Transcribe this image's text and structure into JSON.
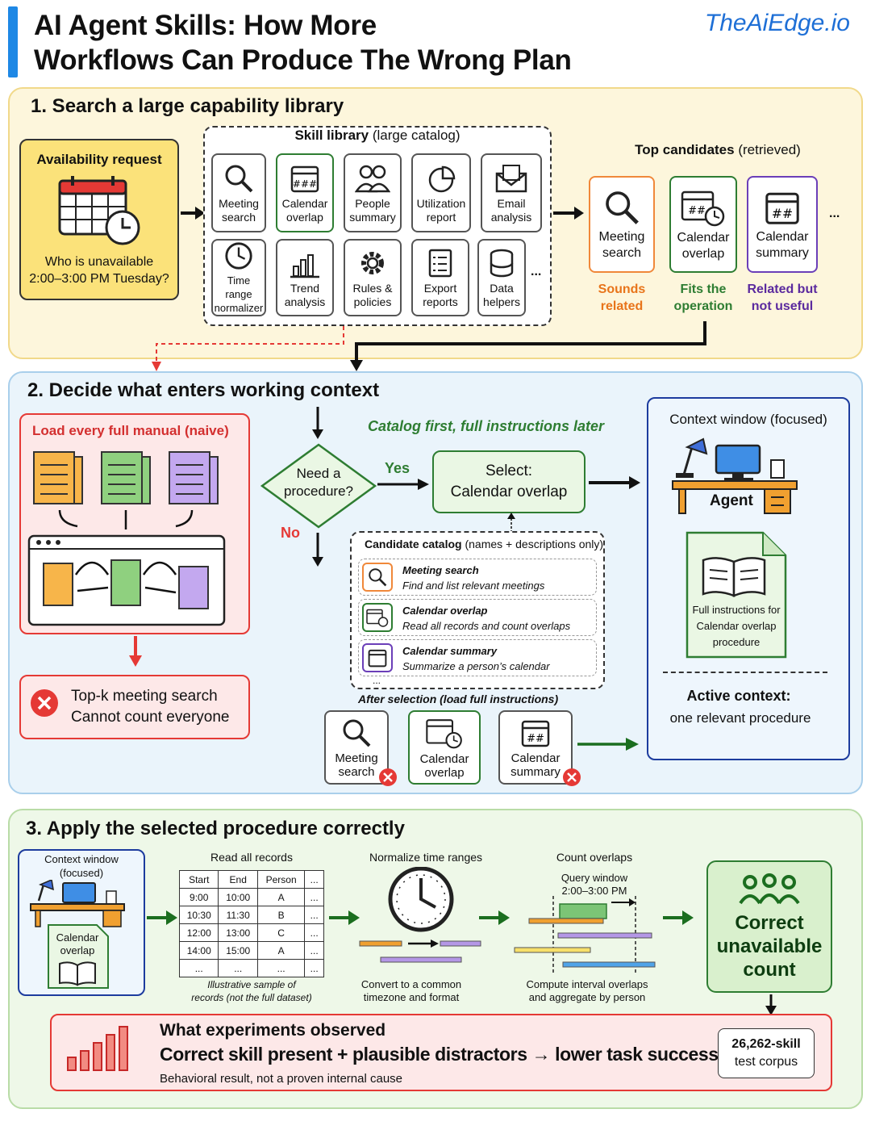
{
  "header": {
    "title_line1": "AI Agent Skills: How More",
    "title_line2": "Workflows Can Produce The Wrong Plan",
    "brand": "TheAiEdge.io"
  },
  "section1": {
    "title": "1. Search a large capability library",
    "request": {
      "label": "Availability request",
      "question_line1": "Who is unavailable",
      "question_line2": "2:00–3:00 PM Tuesday?"
    },
    "library_title": "Skill library",
    "library_subtitle": "(large catalog)",
    "skills_row1": [
      {
        "line1": "Meeting",
        "line2": "search"
      },
      {
        "line1": "Calendar",
        "line2": "overlap"
      },
      {
        "line1": "People",
        "line2": "summary"
      },
      {
        "line1": "Utilization",
        "line2": "report"
      },
      {
        "line1": "Email",
        "line2": "analysis"
      }
    ],
    "skills_row2": [
      {
        "line1": "Time range",
        "line2": "normalizer"
      },
      {
        "line1": "Trend",
        "line2": "analysis"
      },
      {
        "line1": "Rules &",
        "line2": "policies"
      },
      {
        "line1": "Export",
        "line2": "reports"
      },
      {
        "line1": "Data",
        "line2": "helpers"
      }
    ],
    "ellipsis": "...",
    "candidates_title": "Top candidates",
    "candidates_subtitle": "(retrieved)",
    "candidates": [
      {
        "line1": "Meeting",
        "line2": "search",
        "note1": "Sounds",
        "note2": "related",
        "color": "#e8741a"
      },
      {
        "line1": "Calendar",
        "line2": "overlap",
        "note1": "Fits the",
        "note2": "operation",
        "color": "#2e7d32"
      },
      {
        "line1": "Calendar",
        "line2": "summary",
        "note1": "Related but",
        "note2": "not useful",
        "color": "#5b2a9e"
      }
    ]
  },
  "section2": {
    "title": "2. Decide what enters working context",
    "naive_title": "Load every full manual (naive)",
    "fail_line1": "Top-k meeting search",
    "fail_line2": "Cannot count everyone",
    "decision_line1": "Need a",
    "decision_line2": "procedure?",
    "yes": "Yes",
    "no": "No",
    "catalog_first": "Catalog first, full instructions later",
    "select_line1": "Select:",
    "select_line2": "Calendar overlap",
    "catalog_title": "Candidate catalog",
    "catalog_subtitle": "(names + descriptions only)",
    "catalog_items": [
      {
        "name": "Meeting search",
        "desc": "Find and list relevant meetings"
      },
      {
        "name": "Calendar overlap",
        "desc": "Read all records and count overlaps"
      },
      {
        "name": "Calendar summary",
        "desc": "Summarize a person’s calendar"
      }
    ],
    "catalog_more": "...",
    "after_selection": "After selection (load full instructions)",
    "after_tiles": [
      {
        "line1": "Meeting",
        "line2": "search"
      },
      {
        "line1": "Calendar",
        "line2": "overlap"
      },
      {
        "line1": "Calendar",
        "line2": "summary"
      }
    ],
    "context_title": "Context window (focused)",
    "agent": "Agent",
    "full_instr_line1": "Full instructions for",
    "full_instr_line2": "Calendar overlap",
    "full_instr_line3": "procedure",
    "active_title": "Active context:",
    "active_sub": "one relevant procedure"
  },
  "section3": {
    "title": "3. Apply the selected procedure correctly",
    "ctx_line1": "Context window",
    "ctx_line2": "(focused)",
    "ctx_doc_line1": "Calendar",
    "ctx_doc_line2": "overlap",
    "read_title": "Read all records",
    "table_header": [
      "Start",
      "End",
      "Person",
      "..."
    ],
    "table_rows": [
      [
        "9:00",
        "10:00",
        "A",
        "..."
      ],
      [
        "10:30",
        "11:30",
        "B",
        "..."
      ],
      [
        "12:00",
        "13:00",
        "C",
        "..."
      ],
      [
        "14:00",
        "15:00",
        "A",
        "..."
      ],
      [
        "...",
        "...",
        "...",
        "..."
      ]
    ],
    "table_note1": "Illustrative sample of",
    "table_note2": "records (not the full dataset)",
    "normalize_title": "Normalize time ranges",
    "normalize_note1": "Convert to a common",
    "normalize_note2": "timezone and format",
    "count_title": "Count overlaps",
    "query_line1": "Query window",
    "query_line2": "2:00–3:00 PM",
    "count_note1": "Compute interval overlaps",
    "count_note2": "and aggregate by person",
    "result_line1": "Correct",
    "result_line2": "unavailable",
    "result_line3": "count",
    "observed_title": "What experiments observed",
    "observed_main": "Correct skill present + plausible distractors → lower task success",
    "observed_sub": "Behavioral result, not a proven internal cause",
    "corpus_line1": "26,262-skill",
    "corpus_line2": "test corpus"
  },
  "colors": {
    "orange": "#f0a030",
    "green": "#7cc576",
    "purple": "#b497e6",
    "red": "#e53935",
    "darkgreen": "#1b6e1f",
    "blue": "#1e6fd6"
  }
}
